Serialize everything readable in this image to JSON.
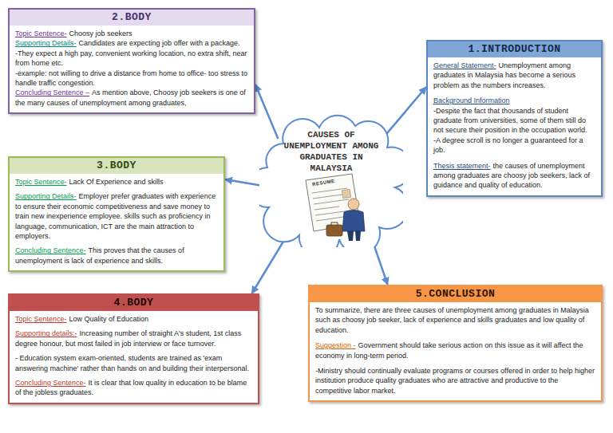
{
  "diagram": {
    "nodes": [
      {
        "text": [
          "CAUSES OF UNEMPLOYMENT AMONG GRADUATES IN MALAYSIA"
        ]
      },
      {
        "text": [
          "1.INTRODUCTION",
          "General Statement-",
          "Unemployment among graduates in Malaysia has become a serious problem as the numbers increases.",
          "Background Information",
          "-Despite the fact that thousands of student graduate from universities, some of them still do not secure their position in the occupation world.",
          "-A degree scroll is no longer a guaranteed for a job.",
          "Thesis statement-",
          "the causes of unemployment among graduates are choosy job seekers, lack of guidance and quality of education."
        ]
      },
      {
        "text": [
          "2.BODY",
          "Topic Sentence-",
          "Choosy job seekers",
          "Supporting Details-",
          "Candidates are expecting job offer with a package.",
          "-They expect a high pay, convenient working location, no extra shift, near from home etc.",
          "-example: not willing to drive a distance from home to office- too stress to handle traffic congestion.",
          "Concluding Sentence –",
          "As mention above, Choosy job seekers is one of the many causes of unemployment among graduates,"
        ]
      },
      {
        "text": [
          "3.BODY",
          "Topic Sentence-",
          "Lack Of Experience and skills",
          "Supporting Details-",
          "Employer prefer graduates with experience to ensure their economic competitiveness and save money to train new inexperience employee. skills such as proficiency in language, communication, ICT are the main attraction to employers.",
          "Concluding Sentence-",
          "This proves that the causes of unemployment is lack of experience and skills."
        ]
      },
      {
        "text": [
          "4.BODY",
          "Topic Sentence-",
          "Low Quality of Education",
          "Supporting details:-",
          "Increasing number of straight A's student, 1st class degree honour, but most failed in job interview or face turnover.",
          "- Education system exam-oriented, students are trained as 'exam answering machine' rather than hands on and building their interpersonal.",
          "Concluding Sentence-",
          "It is clear that low quality in education to be blame of the jobless graduates."
        ]
      },
      {
        "text": [
          "5.CONCLUSION",
          "To summarize, there are three causes of unemployment among graduates in Malaysia such as choosy job seeker, lack of experience and skills graduates and low quality of education.",
          "Suggestion -",
          "Government should take serious action on this issue as it will affect the economy in long-term period.",
          "-Ministry should continually evaluate programs or courses offered in order to help higher institution produce quality graduates who are attractive and productive to the competitive labor market."
        ]
      }
    ],
    "edges": [
      {
        "from": 0,
        "to": 1,
        "arrow": "to"
      },
      {
        "from": 0,
        "to": 2,
        "arrow": "to"
      },
      {
        "from": 0,
        "to": 3,
        "arrow": "to"
      },
      {
        "from": 0,
        "to": 4,
        "arrow": "to"
      },
      {
        "from": 0,
        "to": 5,
        "arrow": "to"
      }
    ],
    "labels": [
      "RESUME"
    ]
  }
}
